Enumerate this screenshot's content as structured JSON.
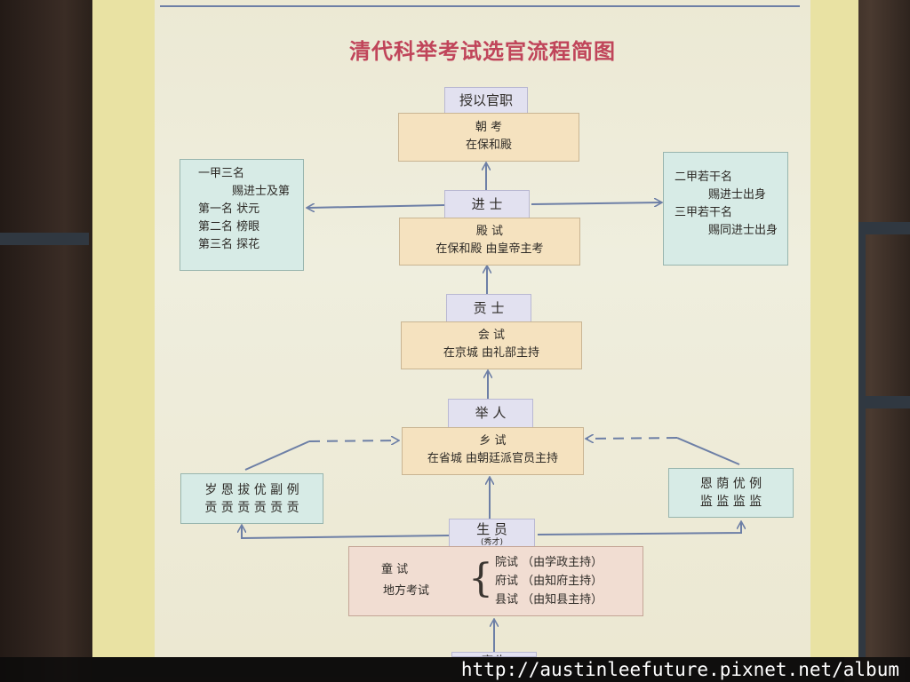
{
  "title": "清代科举考试选官流程简图",
  "nodes": {
    "shouyi_guanzhi": "授以官职",
    "chaokao": {
      "line1": "朝 考",
      "line2": "在保和殿"
    },
    "jinshi": "进 士",
    "dianshi": {
      "line1": "殿 试",
      "line2": "在保和殿  由皇帝主考"
    },
    "gongshi": "贡 士",
    "huishi": {
      "line1": "会 试",
      "line2": "在京城  由礼部主持"
    },
    "juren": "举 人",
    "xiangshi": {
      "line1": "乡 试",
      "line2": "在省城  由朝廷派官员主持"
    },
    "shengyuan": {
      "label": "生 员",
      "note": "(秀才)"
    },
    "tongshi": {
      "left1": "童 试",
      "left2": "地方考试",
      "items": [
        "院试 （由学政主持）",
        "府试 （由知府主持）",
        "县试 （由知县主持）"
      ]
    },
    "bottom_partial": "童生"
  },
  "left_ranks": {
    "line1": "一甲三名",
    "line2": "赐进士及第",
    "line3": "第一名  状元",
    "line4": "第二名  榜眼",
    "line5": "第三名  探花"
  },
  "right_ranks": {
    "line1": "二甲若干名",
    "line2": "赐进士出身",
    "line3": "三甲若干名",
    "line4": "赐同进士出身"
  },
  "left_gongsheng": {
    "top": "岁 恩 拔 优 副 例",
    "bottom": "贡 贡 贡 贡 贡 贡"
  },
  "right_jiansheng": {
    "top": "恩  荫  优  例",
    "bottom": "监  监  监  监"
  },
  "watermark": "http://austinleefuture.pixnet.net/album",
  "colors": {
    "title": "#c0455a",
    "arrow": "#6d7fa6",
    "lavender_box": "#e2e1f0",
    "peach_box": "#f5e2bf",
    "teal_box": "#d7ebe6",
    "pink_box": "#f1ddd2"
  }
}
